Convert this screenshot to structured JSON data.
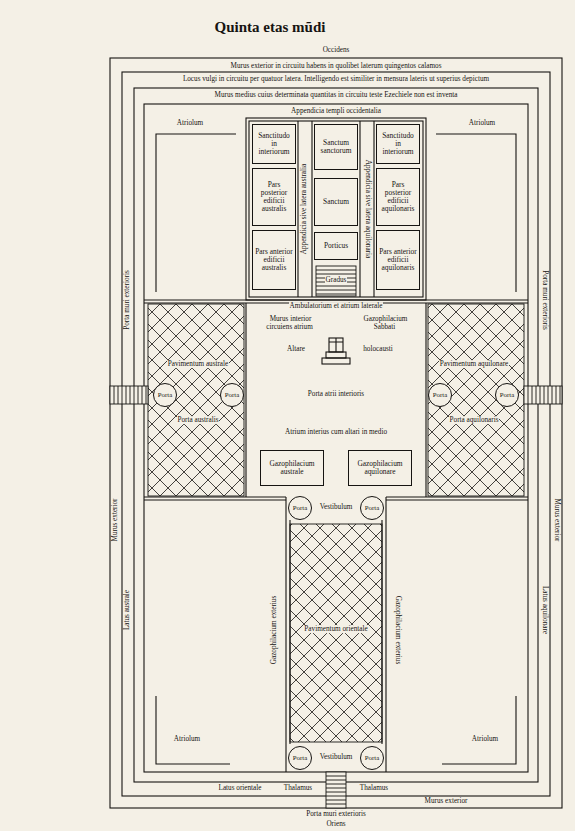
{
  "diagram": {
    "title": "Quinta etas mũdi",
    "nodes": [
      {
        "text": [
          "Sanctitudo in interiorum"
        ]
      },
      {
        "text": [
          "Pars posterior edificii australis"
        ]
      },
      {
        "text": [
          "Pars anterior edificii australis"
        ]
      },
      {
        "text": [
          "Sanctum sanctorum"
        ]
      },
      {
        "text": [
          "Sanctum"
        ]
      },
      {
        "text": [
          "Porticus"
        ]
      },
      {
        "text": [
          "Sanctitudo in interiorum"
        ]
      },
      {
        "text": [
          "Pars posterior edificii aquilonaris"
        ]
      },
      {
        "text": [
          "Pars anterior edificii aquilonaris"
        ]
      },
      {
        "text": [
          "Porta"
        ]
      },
      {
        "text": [
          "Porta"
        ]
      },
      {
        "text": [
          "Porta"
        ]
      },
      {
        "text": [
          "Porta"
        ]
      },
      {
        "text": [
          "Gazophilacium australe"
        ]
      },
      {
        "text": [
          "Gazophilacium aquilonare"
        ]
      },
      {
        "text": [
          "Porta"
        ]
      },
      {
        "text": [
          "Porta"
        ]
      },
      {
        "text": [
          "Porta"
        ]
      },
      {
        "text": [
          "Porta"
        ]
      }
    ],
    "labels": [
      "Occidens",
      "Murus exterior in circuitu habens in quolibet laterum quingentos calamos",
      "Locus vulgi in circuitu per quatuor latera. Intelligendo est similiter in mensura lateris ut superius depictum",
      "Murus medius cuius determinata quantitas in circuitu teste Ezechiele non est inventa",
      "Appendicia templi occidentalia",
      "Atriolum",
      "Atriolum",
      "Appendicia sive latera australia",
      "Appendicia sive latera aquilonaria",
      "Gradus",
      "Ambulatorium et atrium laterale",
      "Murus interior circuiens atrium",
      "Gazophilacium Sabbati",
      "Altare",
      "holocausti",
      "Pavimentum australe",
      "Pavimentum aquilonare",
      "Porta atrii interioris",
      "Porta australis",
      "Porta aquilonaris",
      "Atrium interius cum altari in medio",
      "Vestibulum",
      "Gazophilacium exterius",
      "Gazophilacium exterius",
      "Pavimentum orientale",
      "Atriolum",
      "Atriolum",
      "Vestibulum",
      "Latus orientale",
      "Thalamus",
      "Thalamus",
      "Murus exterior",
      "Porta muri exterioris",
      "Oriens",
      "Murus exterior",
      "Latus australe",
      "Porta muri exterioris",
      "Murus exterior",
      "Latus aquilonare",
      "Porta muri exterioris"
    ]
  }
}
